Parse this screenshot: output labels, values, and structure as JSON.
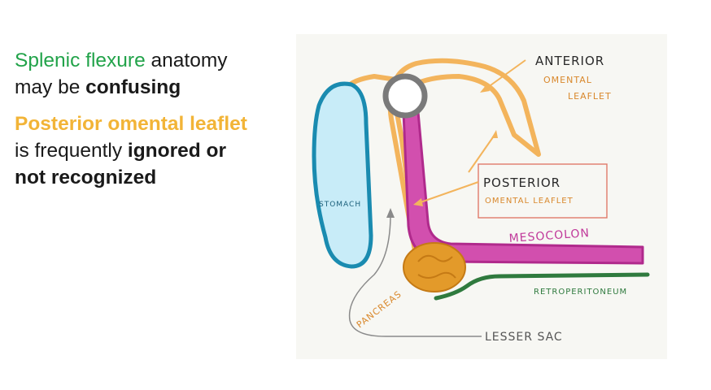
{
  "slide": {
    "line1": {
      "green": "Splenic flexure",
      "normal": " anatomy"
    },
    "line2": {
      "normal": "may be ",
      "bold": "confusing"
    },
    "line3": {
      "orange": "Posterior omental leaflet"
    },
    "line4": {
      "normal": "is frequently ",
      "bold": "ignored or"
    },
    "line5": {
      "bold": "not recognized"
    }
  },
  "diagram": {
    "labels": {
      "anterior_title": "ANTERIOR",
      "anterior_sub1": "OMENTAL",
      "anterior_sub2": "LEAFLET",
      "posterior_title": "POSTERIOR",
      "posterior_sub": "OMENTAL LEAFLET",
      "stomach": "STOMACH",
      "mesocolon": "MESOCOLON",
      "retroperitoneum": "RETROPERITONEUM",
      "pancreas": "PANCREAS",
      "lesser_sac": "LESSER SAC"
    },
    "colors": {
      "stomach_fill": "#c8ecf8",
      "stomach_outline": "#1a8bb0",
      "omentum": "#f3b45c",
      "mesocolon": "#c0399a",
      "retroperitoneum": "#2f7a3e",
      "pancreas": "#e39a2a",
      "label_orange": "#d9882c",
      "posterior_box": "#e07a6a"
    }
  }
}
